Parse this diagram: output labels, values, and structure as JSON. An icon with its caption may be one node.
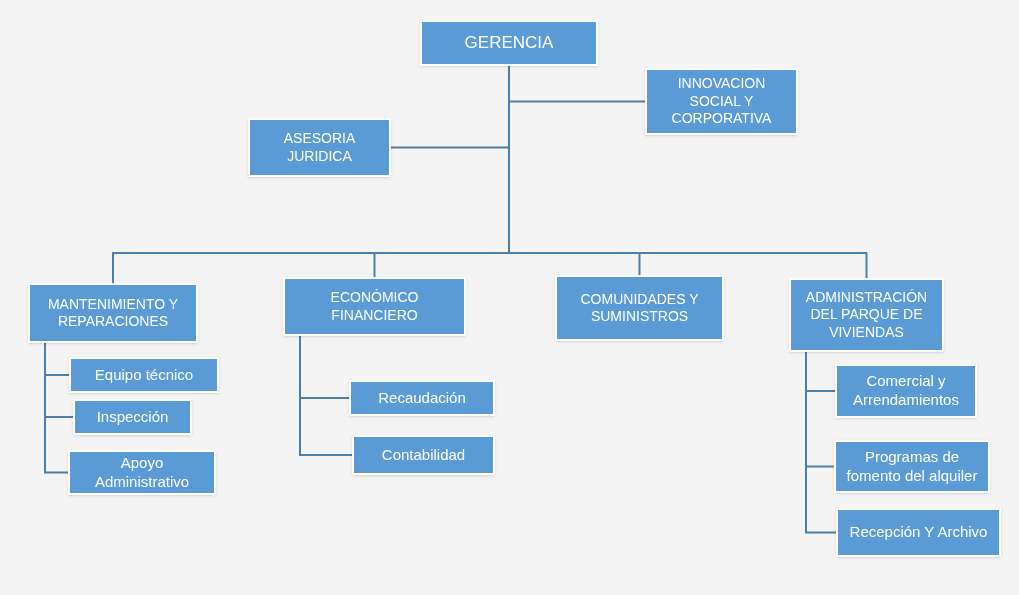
{
  "diagram": {
    "nodes": [
      {
        "text": [
          "GERENCIA"
        ]
      },
      {
        "text": [
          "INNOVACION SOCIAL Y CORPORATIVA"
        ]
      },
      {
        "text": [
          "ASESORIA JURIDICA"
        ]
      },
      {
        "text": [
          "MANTENIMIENTO Y REPARACIONES"
        ]
      },
      {
        "text": [
          "ECONÓMICO FINANCIERO"
        ]
      },
      {
        "text": [
          "COMUNIDADES Y SUMINISTROS"
        ]
      },
      {
        "text": [
          "ADMINISTRACIÓN DEL PARQUE DE VIVIENDAS"
        ]
      },
      {
        "text": [
          "Equipo técnico"
        ]
      },
      {
        "text": [
          "Inspección"
        ]
      },
      {
        "text": [
          "Apoyo Administrativo"
        ]
      },
      {
        "text": [
          "Recaudación"
        ]
      },
      {
        "text": [
          "Contabilidad"
        ]
      },
      {
        "text": [
          "Comercial y Arrendamientos"
        ]
      },
      {
        "text": [
          "Programas de fomento del alquiler"
        ]
      },
      {
        "text": [
          "Recepción Y Archivo"
        ]
      }
    ],
    "edges": [
      {
        "from": 0,
        "to": 1,
        "arrow": "none"
      },
      {
        "from": 0,
        "to": 2,
        "arrow": "none"
      },
      {
        "from": 0,
        "to": 3,
        "arrow": "none"
      },
      {
        "from": 0,
        "to": 4,
        "arrow": "none"
      },
      {
        "from": 0,
        "to": 5,
        "arrow": "none"
      },
      {
        "from": 0,
        "to": 6,
        "arrow": "none"
      },
      {
        "from": 3,
        "to": 7,
        "arrow": "none"
      },
      {
        "from": 3,
        "to": 8,
        "arrow": "none"
      },
      {
        "from": 3,
        "to": 9,
        "arrow": "none"
      },
      {
        "from": 4,
        "to": 10,
        "arrow": "none"
      },
      {
        "from": 4,
        "to": 11,
        "arrow": "none"
      },
      {
        "from": 6,
        "to": 12,
        "arrow": "none"
      },
      {
        "from": 6,
        "to": 13,
        "arrow": "none"
      },
      {
        "from": 6,
        "to": 14,
        "arrow": "none"
      }
    ]
  }
}
